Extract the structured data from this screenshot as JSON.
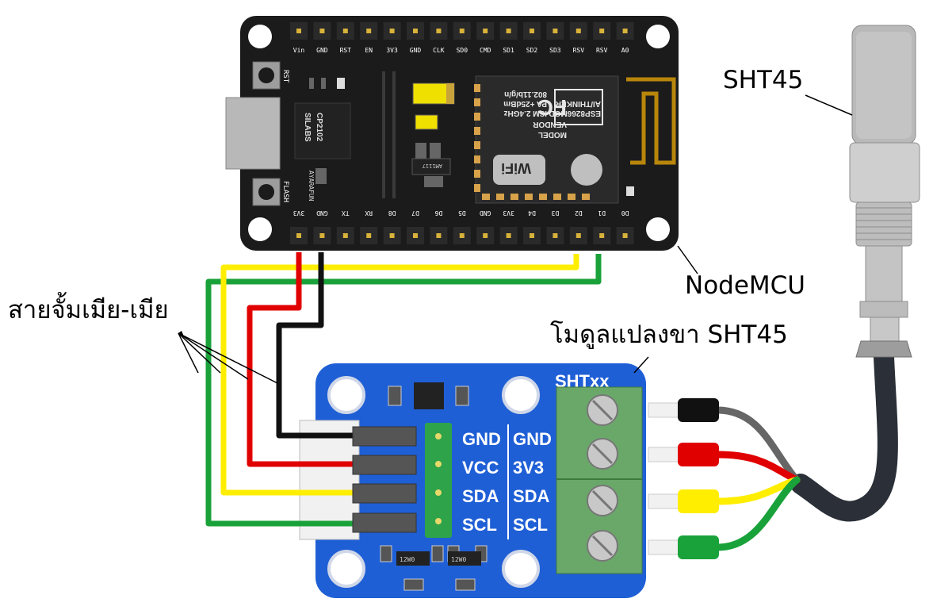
{
  "labels": {
    "sensor": "SHT45",
    "mcu": "NodeMCU",
    "wires": "สายจั้มเมีย-เมีย",
    "breakout": "โมดูลแปลงขา SHT45"
  },
  "nodemcu": {
    "top_pins": [
      "Vin",
      "GND",
      "RST",
      "EN",
      "3V3",
      "GND",
      "CLK",
      "SD0",
      "CMD",
      "SD1",
      "SD2",
      "SD3",
      "RSV",
      "RSV",
      "A0"
    ],
    "bottom_pins": [
      "3V3",
      "GND",
      "TX",
      "RX",
      "D8",
      "D7",
      "D6",
      "D5",
      "GND",
      "3V3",
      "D4",
      "D3",
      "D2",
      "D1",
      "D0"
    ],
    "rst_button": "RST",
    "flash_button": "FLASH",
    "usb_chip": [
      "SILABS",
      "CP2102"
    ],
    "regulator": "AM1117",
    "brand": "AYARAFUN",
    "module_text": [
      "MODEL",
      "VENDOR",
      "ESP8266MOD",
      "AI/THINKER",
      "ISM 2.4GHz",
      "PA +25dBm",
      "802.11b/g/n"
    ],
    "module_logo": "FC",
    "wifi_logo": "WiFi"
  },
  "breakout": {
    "title": "SHTxx",
    "header_labels": [
      "GND",
      "VCC",
      "SDA",
      "SCL"
    ],
    "terminal_labels": [
      "GND",
      "3V3",
      "SDA",
      "SCL"
    ],
    "resistor_code": "12W0"
  },
  "colors": {
    "red": "#e00000",
    "black": "#111111",
    "yellow": "#ffee00",
    "green": "#1aa23a",
    "board_blue": "#1f5fd6",
    "pcb_black": "#1b1b1b",
    "terminal_green": "#6aa86a"
  }
}
